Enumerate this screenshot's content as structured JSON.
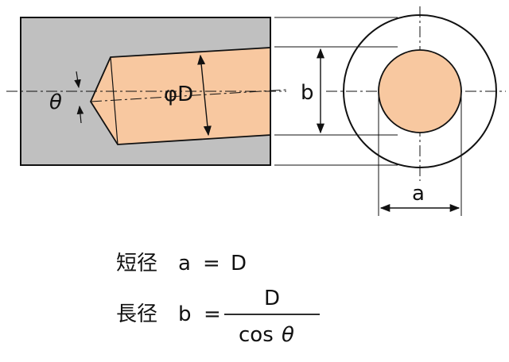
{
  "colors": {
    "background": "#ffffff",
    "block_fill": "#c0c0c0",
    "drill_fill": "#f8c8a0",
    "line": "#111111"
  },
  "labels": {
    "theta": "θ",
    "diameter": "φD",
    "b": "b",
    "a": "a"
  },
  "formulas": {
    "minor": {
      "term": "短径",
      "var": "a",
      "eq": "=",
      "rhs": "D"
    },
    "major": {
      "term": "長径",
      "var": "b",
      "eq": "=",
      "numerator": "D",
      "denominator_fn": "cos",
      "denominator_var": "θ"
    }
  }
}
